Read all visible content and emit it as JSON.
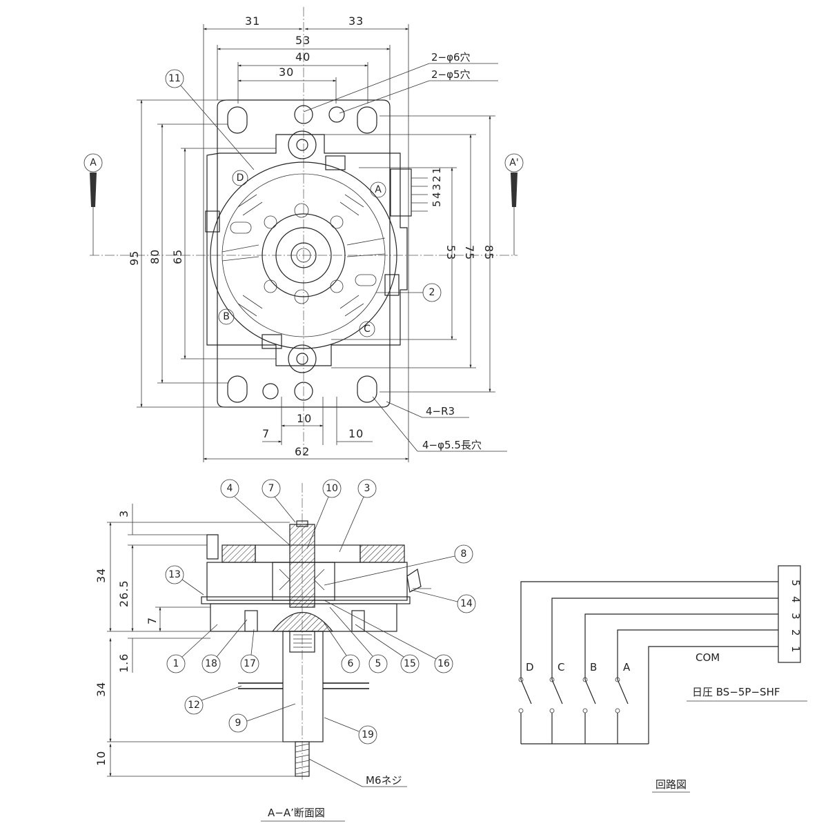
{
  "top_view": {
    "dims": {
      "d31": "31",
      "d33": "33",
      "d53_top": "53",
      "d40": "40",
      "d30": "30",
      "d95": "95",
      "d80": "80",
      "d65": "65",
      "d53_right": "53",
      "d75": "75",
      "d85": "85",
      "d10_mid": "10",
      "d7": "7",
      "d10_right": "10",
      "d62": "62"
    },
    "callouts": {
      "hole6": "2−φ6穴",
      "hole5": "2−φ5穴",
      "r3": "4−R3",
      "slot": "4−φ5.5長穴"
    },
    "section_marks": {
      "a": "A",
      "a_prime": "A'"
    },
    "switch_letters": {
      "a": "A",
      "b": "B",
      "c": "C",
      "d": "D"
    },
    "connector_pins": [
      "5",
      "4",
      "3",
      "2",
      "1"
    ],
    "balloons": [
      "11",
      "2"
    ]
  },
  "section_view": {
    "dims": {
      "d3": "3",
      "d34_upper": "34",
      "d26_5": "26.5",
      "d7": "7",
      "d1_6": "1.6",
      "d34_lower": "34",
      "d10": "10"
    },
    "balloons_top": [
      "4",
      "7",
      "10",
      "3",
      "8"
    ],
    "balloons_side": [
      "13",
      "14",
      "12",
      "9",
      "19"
    ],
    "balloons_bottom": [
      "1",
      "18",
      "17",
      "6",
      "5",
      "15",
      "16"
    ],
    "thread_label": "M6ネジ",
    "caption": "A−A’断面図"
  },
  "circuit": {
    "pins": [
      "5",
      "4",
      "3",
      "2",
      "1"
    ],
    "switches": [
      "D",
      "C",
      "B",
      "A"
    ],
    "com_label": "COM",
    "connector_label": "日圧 BS−5P−SHF",
    "caption": "回路図"
  }
}
